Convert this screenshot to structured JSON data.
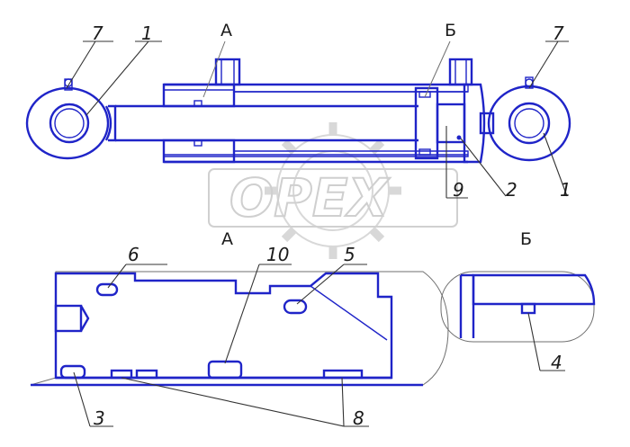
{
  "labels": {
    "top_left_7": "7",
    "top_left_1": "1",
    "top_right_7": "7",
    "right_1": "1",
    "right_2": "2",
    "right_9": "9",
    "detail_a_6": "6",
    "detail_a_10": "10",
    "detail_a_5": "5",
    "detail_a_3": "3",
    "detail_a_8": "8",
    "detail_b_4": "4"
  },
  "section_marks": {
    "top_a": "А",
    "top_b": "Б",
    "detail_a_title": "А",
    "detail_b_title": "Б"
  },
  "watermark": {
    "text": "OPEX"
  },
  "colors": {
    "outline": "#1f24c8",
    "hatch": "#5a5a5a",
    "seal_fill": "#1f24c8",
    "watermark": "#cfcfcf"
  }
}
